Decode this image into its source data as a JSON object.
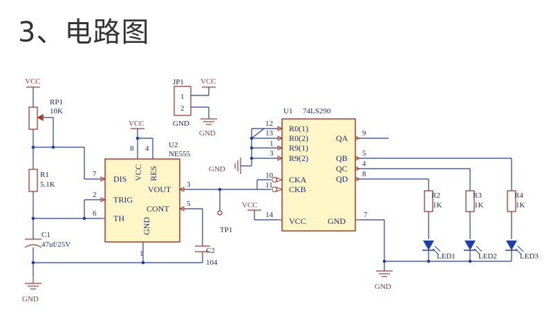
{
  "title": "3、电路图",
  "colors": {
    "wire": "#1f3fa8",
    "component": "#a33b2a",
    "ic_fill": "#fff6c8",
    "led": "#1f3fa8",
    "text": "#1a2a7a"
  },
  "labels": {
    "vcc": "VCC",
    "gnd": "GND",
    "rp1_ref": "RP1",
    "rp1_val": "10K",
    "r1_ref": "R1",
    "r1_val": "5.1K",
    "c1_ref": "C1",
    "c1_val": "47uf/25V",
    "c2_ref": "C2",
    "c2_val": "104",
    "jp1_ref": "JP1",
    "u2_ref": "U2",
    "u2_val": "NE555",
    "u1_ref": "U1",
    "u1_val": "74LS290",
    "tp1": "TP1",
    "r2_ref": "R2",
    "r3_ref": "R3",
    "r4_ref": "R4",
    "r_val": "1K",
    "led1": "LED1",
    "led2": "LED2",
    "led3": "LED3"
  },
  "ne555": {
    "pins_left": [
      {
        "num": "7",
        "name": "DIS"
      },
      {
        "num": "2",
        "name": "TRIG"
      },
      {
        "num": "6",
        "name": "TH"
      }
    ],
    "pin_top_vcc": {
      "num": "8",
      "name": "VCC"
    },
    "pin_top_res": {
      "num": "4",
      "name": "RES"
    },
    "pin_out": {
      "num": "3",
      "name": "VOUT"
    },
    "pin_cont": {
      "num": "5",
      "name": "CONT"
    },
    "pin_gnd": {
      "num": "1",
      "name": "GND"
    }
  },
  "ls290": {
    "pins_left": [
      {
        "num": "12",
        "name": "R0(1)"
      },
      {
        "num": "13",
        "name": "R0(2)"
      },
      {
        "num": "1",
        "name": "R9(1)"
      },
      {
        "num": "3",
        "name": "R9(2)"
      },
      {
        "num": "10",
        "name": "CKA"
      },
      {
        "num": "11",
        "name": "CKB"
      }
    ],
    "pins_right": [
      {
        "num": "9",
        "name": "QA"
      },
      {
        "num": "5",
        "name": "QB"
      },
      {
        "num": "4",
        "name": "QC"
      },
      {
        "num": "8",
        "name": "QD"
      }
    ],
    "pin_vcc": {
      "num": "14",
      "name": "VCC"
    },
    "pin_gnd": {
      "num": "7",
      "name": "GND"
    }
  },
  "jp1_pins": [
    "1",
    "2"
  ]
}
